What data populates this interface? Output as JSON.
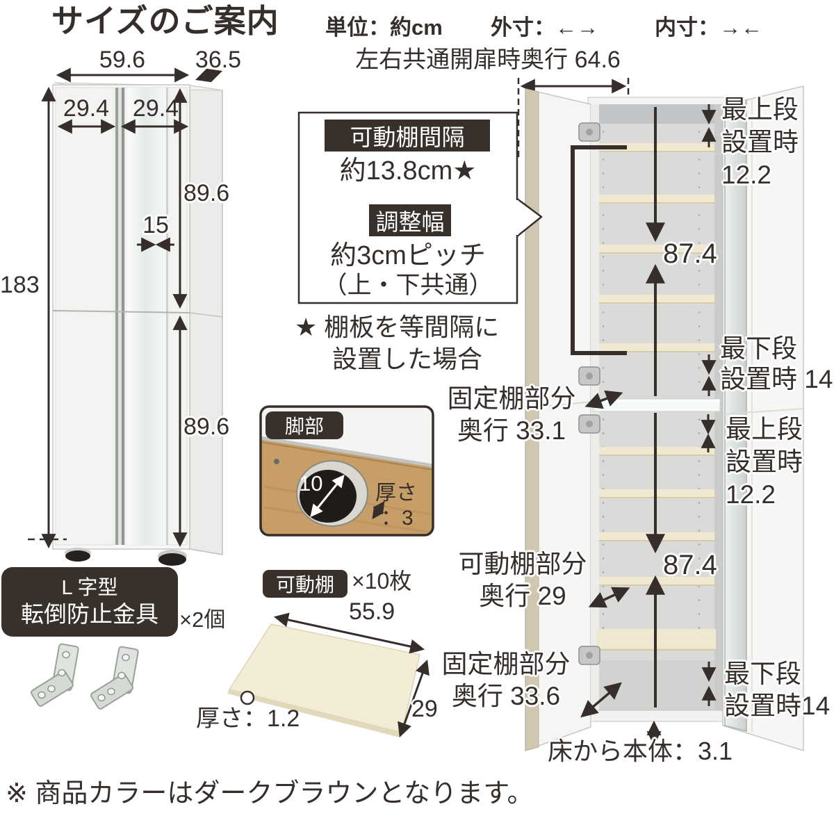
{
  "header": {
    "title": "サイズのご案内",
    "unit": "単位：約cm",
    "outer_dim": "外寸：←→",
    "inner_dim": "内寸：→←"
  },
  "front_view": {
    "width": "59.6",
    "depth": "36.5",
    "left_door_width": "29.4",
    "right_door_width": "29.4",
    "center_gap": "15",
    "total_height": "183",
    "upper_height": "89.6",
    "lower_height": "89.6"
  },
  "callout": {
    "shelf_pitch_label": "可動棚間隔",
    "shelf_pitch_value": "約13.8cm★",
    "adjust_label": "調整幅",
    "adjust_value": "約3cmピッチ",
    "adjust_note": "（上・下共通）",
    "star_note_1": "★ 棚板を等間隔に",
    "star_note_2": "設置した場合"
  },
  "open_view": {
    "open_depth": "左右共通開扉時奥行 64.6",
    "upper_inner_height": "87.4",
    "lower_inner_height": "87.4",
    "upper_top_gap": [
      "最上段",
      "設置時",
      "12.2"
    ],
    "upper_bottom_gap": [
      "最下段",
      "設置時 14"
    ],
    "lower_top_gap": [
      "最上段",
      "設置時",
      "12.2"
    ],
    "lower_bottom_gap": [
      "最下段",
      "設置時14"
    ],
    "fixed_shelf_upper": [
      "固定棚部分",
      "奥行 33.1"
    ],
    "movable_shelf": [
      "可動棚部分",
      "奥行 29"
    ],
    "fixed_shelf_lower": [
      "固定棚部分",
      "奥行 33.6"
    ],
    "floor_clearance": "床から本体：3.1"
  },
  "leg_detail": {
    "label": "脚部",
    "diameter": "10",
    "thickness_line1": "厚さ",
    "thickness_line2": "：3"
  },
  "anti_tip": {
    "label_line1": "L 字型",
    "label_line2": "転倒防止金具",
    "count": "×2個"
  },
  "movable_shelf_detail": {
    "label": "可動棚",
    "count": "×10枚",
    "width": "55.9",
    "depth": "29",
    "thickness": "厚さ：1.2"
  },
  "footnote": "※ 商品カラーはダークブラウンとなります。",
  "colors": {
    "text": "#352e2b",
    "label_bg": "#38302a",
    "shelf": "#f0e8d0",
    "mirror": "#dfe5e2",
    "wood": "#c79e68"
  }
}
